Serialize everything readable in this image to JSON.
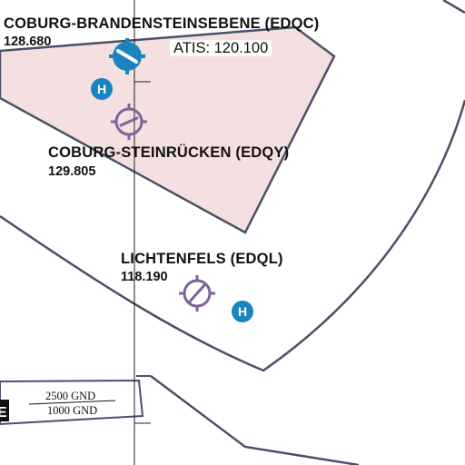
{
  "map": {
    "colors": {
      "airspace_fill": "#f4e0e0",
      "airspace_border": "#4a5068",
      "boundary": "#4a5068",
      "airport_civil": "#1b84bf",
      "airfield_glider": "#7a6598",
      "meridian": "#222222"
    },
    "airfields": [
      {
        "name": "COBURG-BRANDENSTEINSEBENE (EDQC)",
        "frequency": "128.680",
        "atis": "ATIS: 120.100",
        "symbol_icon": "airport-runway-icon",
        "symbol_color": "#1b84bf",
        "helipad_icon": "helipad-icon",
        "helipad_label": "H"
      },
      {
        "name": "COBURG-STEINRÜCKEN (EDQY)",
        "frequency": "129.805",
        "symbol_icon": "airfield-runway-icon",
        "symbol_color": "#7a6598"
      },
      {
        "name": "LICHTENFELS (EDQL)",
        "frequency": "118.190",
        "symbol_icon": "airfield-runway-icon",
        "symbol_color": "#7a6598",
        "helipad_icon": "helipad-icon",
        "helipad_label": "H"
      }
    ],
    "airspace_box": {
      "upper_limit": "2500 GND",
      "lower_limit": "1000 GND",
      "class_tab": "E"
    }
  }
}
